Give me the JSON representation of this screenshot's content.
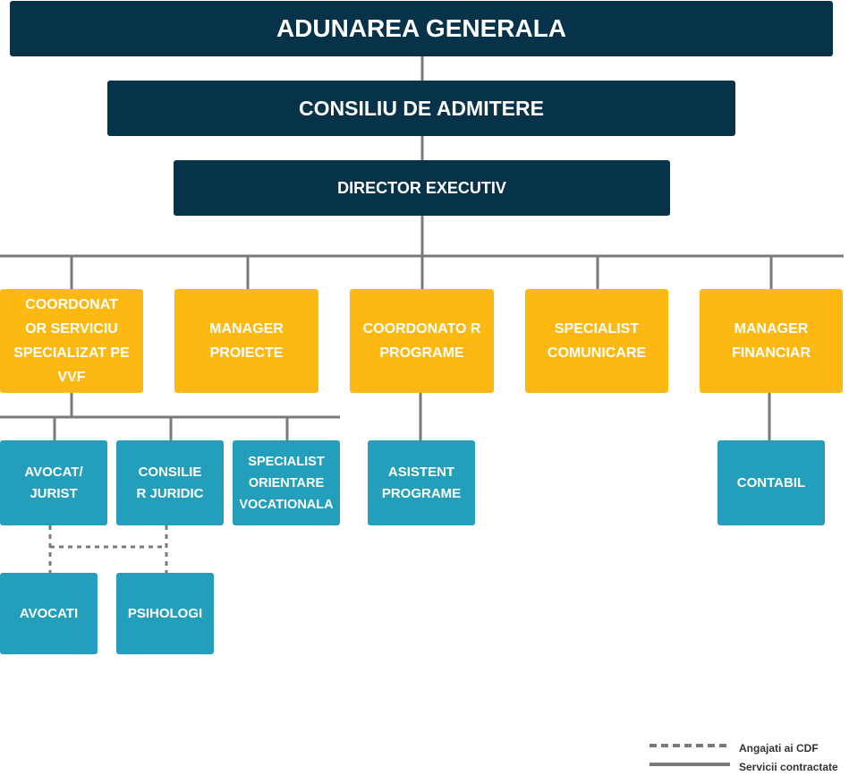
{
  "top": {
    "general_assembly": "ADUNAREA GENERALA",
    "admission_council": "CONSILIU DE ADMITERE",
    "executive_director": "DIRECTOR EXECUTIV"
  },
  "managers": [
    {
      "id": "coord-vvf",
      "label": "COORDONAT OR SERVICIU SPECIALIZAT PE VVF"
    },
    {
      "id": "project-manager",
      "label": "MANAGER PROIECTE"
    },
    {
      "id": "program-coordinator",
      "label": "COORDONATO R PROGRAME"
    },
    {
      "id": "communication-specialist",
      "label": "SPECIALIST COMUNICARE"
    },
    {
      "id": "financial-manager",
      "label": "MANAGER FINANCIAR"
    }
  ],
  "staff": [
    {
      "id": "lawyer-jurist",
      "label": "AVOCAT/ JURIST"
    },
    {
      "id": "legal-advisor",
      "label": "CONSILIE R JURIDIC"
    },
    {
      "id": "vocational-specialist",
      "label": "SPECIALIST ORIENTARE VOCATIONALA"
    },
    {
      "id": "program-assistant",
      "label": "ASISTENT PROGRAME"
    },
    {
      "id": "accountant",
      "label": "CONTABIL"
    }
  ],
  "contracted": [
    {
      "id": "lawyers",
      "label": "AVOCATI"
    },
    {
      "id": "psychologists",
      "label": "PSIHOLOGI"
    }
  ],
  "legend": {
    "dashed_label": "Angajati ai CDF",
    "solid_label": "Servicii contractate"
  },
  "colors": {
    "navy": "#06324a",
    "gold": "#fdb812",
    "teal": "#239fbc",
    "line": "#7a7a7a"
  }
}
